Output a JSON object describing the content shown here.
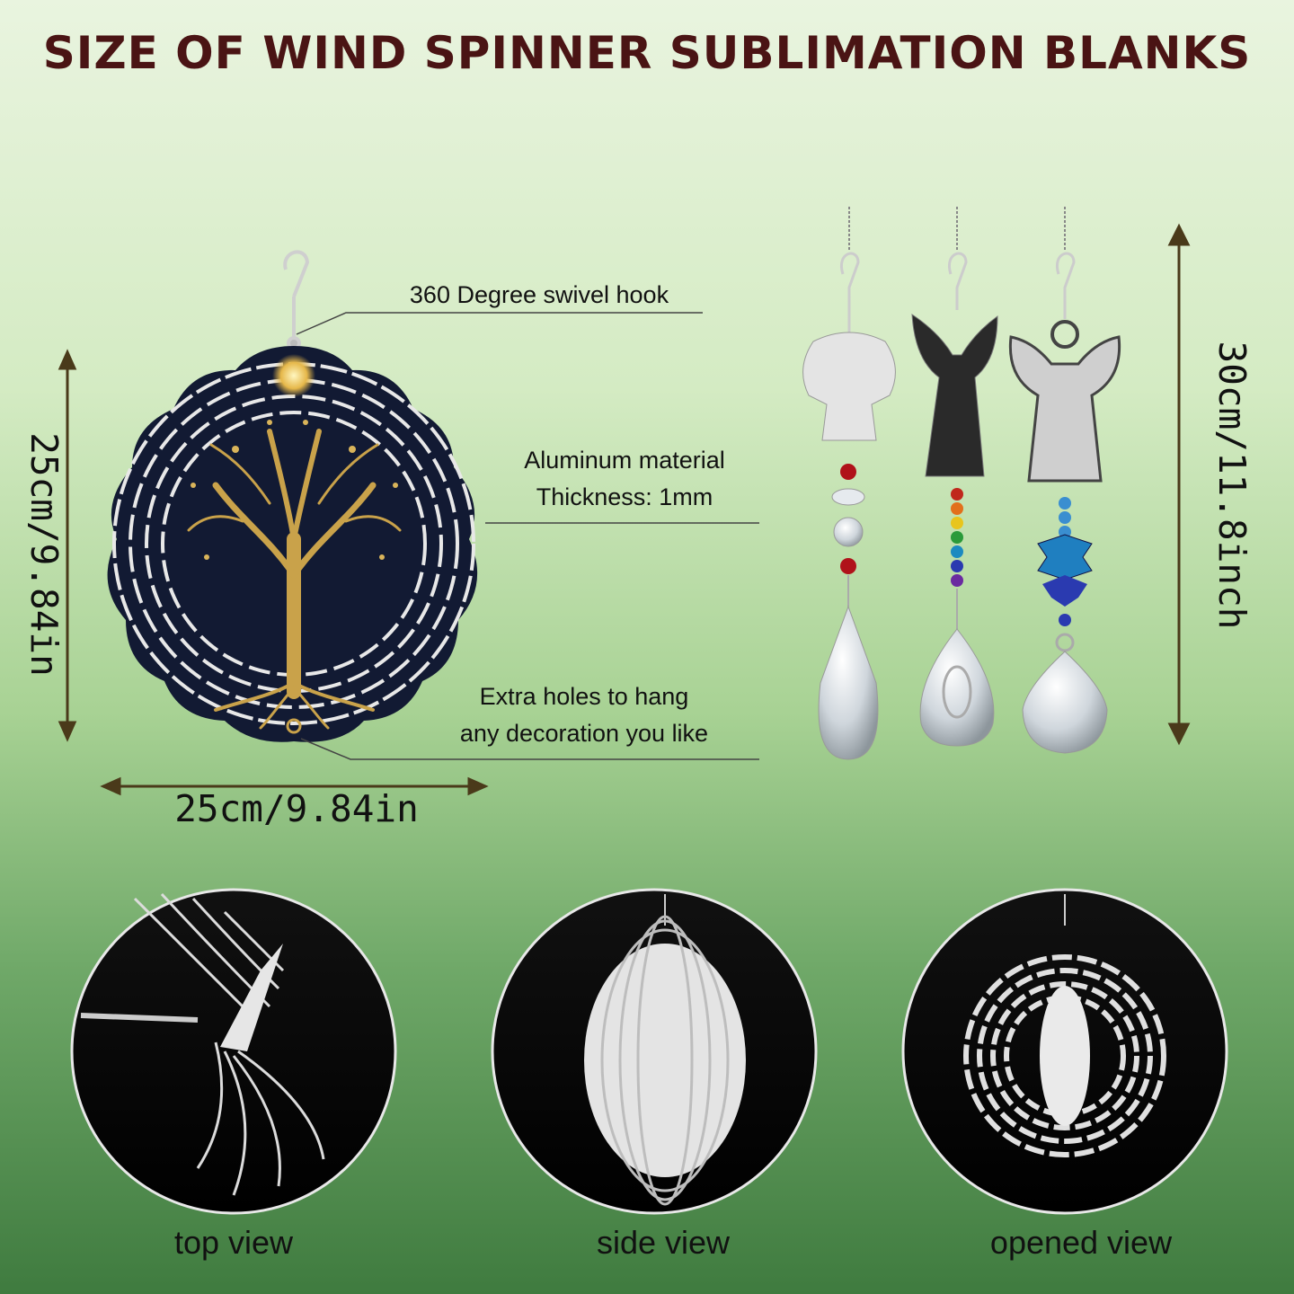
{
  "title": "SIZE OF WIND SPINNER SUBLIMATION BLANKS",
  "labels": {
    "hook": "360 Degree swivel hook",
    "material_line1": "Aluminum material",
    "material_line2": "Thickness: 1mm",
    "holes_line1": "Extra holes to hang",
    "holes_line2": "any decoration you like"
  },
  "dimensions": {
    "spinner_height": "25cm/9.84in",
    "spinner_width": "25cm/9.84in",
    "pendant_height": "30cm/11.8inch"
  },
  "views": [
    {
      "caption": "top view"
    },
    {
      "caption": "side view"
    },
    {
      "caption": "opened view"
    }
  ],
  "colors": {
    "title": "#4a1414",
    "spinner_bg": "#121a33",
    "gold": "#c9a24a",
    "arrow": "#4a3a1a"
  }
}
